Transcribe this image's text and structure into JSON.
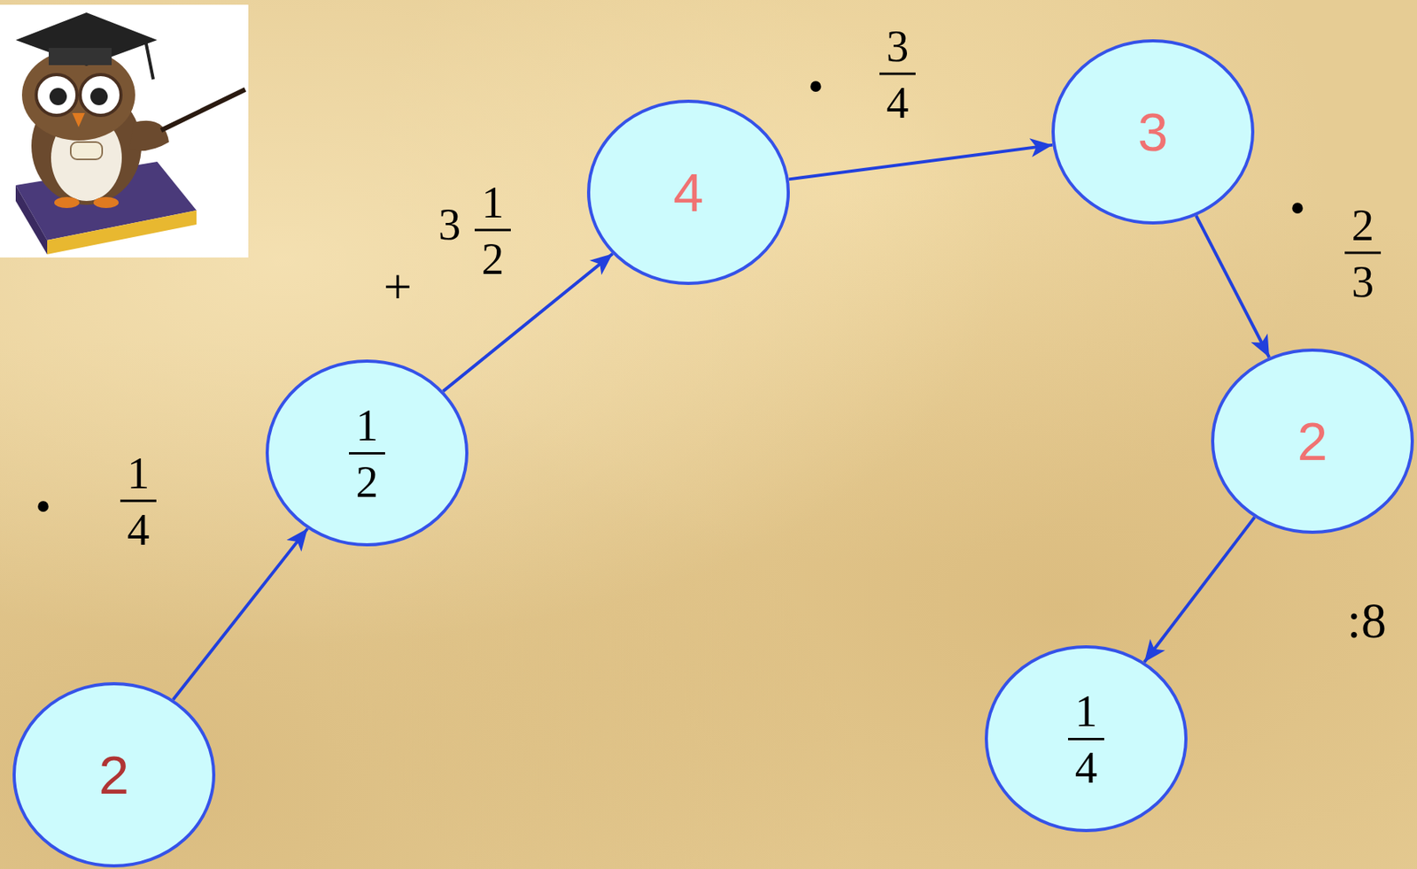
{
  "diagram": {
    "nodes": [
      {
        "text": [
          "2"
        ]
      },
      {
        "text": [
          "1",
          "2"
        ]
      },
      {
        "text": [
          "4"
        ]
      },
      {
        "text": [
          "3"
        ]
      },
      {
        "text": [
          "2"
        ]
      },
      {
        "text": [
          "1",
          "4"
        ]
      }
    ],
    "edges": [
      {
        "from": 0,
        "to": 1,
        "label": "•",
        "arrow": "to"
      },
      {
        "from": 1,
        "to": 2,
        "label": "+",
        "arrow": "to"
      },
      {
        "from": 2,
        "to": 3,
        "label": "•",
        "arrow": "to"
      },
      {
        "from": 3,
        "to": 4,
        "label": "•",
        "arrow": "to"
      },
      {
        "from": 4,
        "to": 5,
        "label": ":8",
        "arrow": "to"
      }
    ],
    "labels": [
      "1",
      "4",
      "3",
      "1",
      "2",
      "3",
      "4",
      "2",
      "3"
    ]
  }
}
